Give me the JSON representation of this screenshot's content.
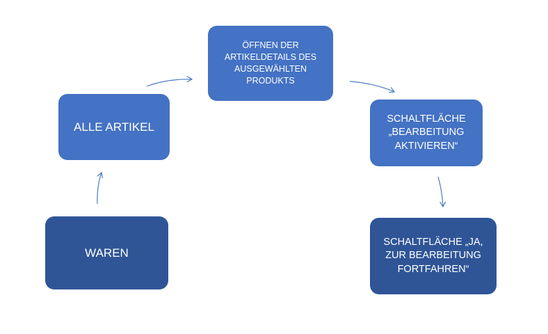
{
  "colors": {
    "node_light": "#4472c4",
    "node_dark": "#2f5597",
    "connector": "#4a7ac0",
    "text": "#ffffff",
    "background": "#ffffff"
  },
  "nodes": {
    "waren": {
      "label": "WAREN"
    },
    "alle_artikel": {
      "label": "ALLE ARTIKEL"
    },
    "artikeldetails": {
      "label": "ÖFFNEN DER ARTIKELDETAILS DES AUSGEWÄHLTEN PRODUKTS"
    },
    "bearbeitung_aktivieren": {
      "label": "SCHALTFLÄCHE „BEARBEITUNG AKTIVIEREN“"
    },
    "ja_fortfahren": {
      "label": "SCHALTFLÄCHE „JA, ZUR BEARBEITUNG FORTFAHREN“"
    }
  },
  "edges": [
    {
      "from": "waren",
      "to": "alle_artikel"
    },
    {
      "from": "alle_artikel",
      "to": "artikeldetails"
    },
    {
      "from": "artikeldetails",
      "to": "bearbeitung_aktivieren"
    },
    {
      "from": "bearbeitung_aktivieren",
      "to": "ja_fortfahren"
    }
  ]
}
